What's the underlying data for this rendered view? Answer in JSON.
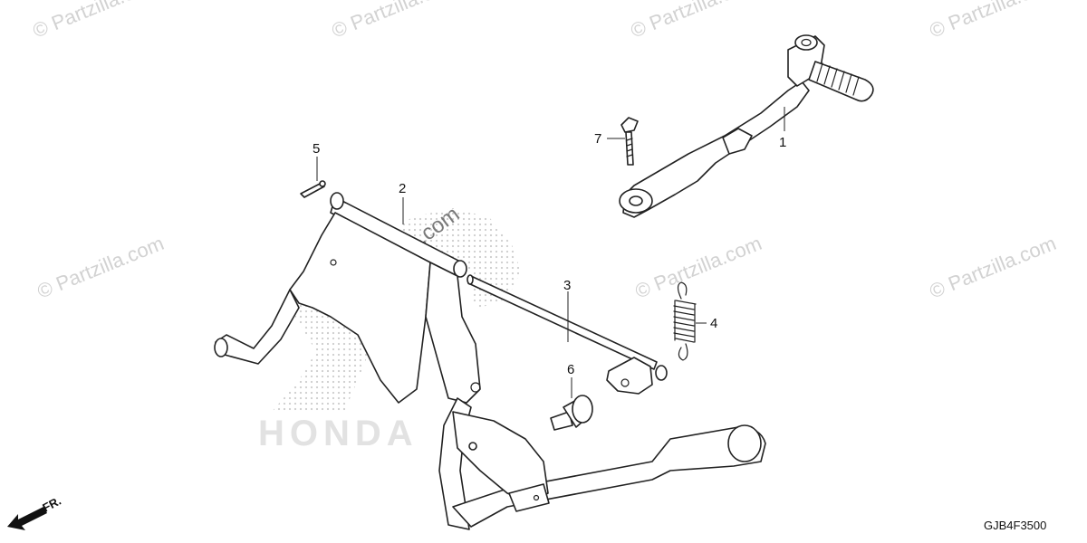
{
  "watermark": {
    "text": "© Partzilla.com",
    "center_text": "© Partzilla.com"
  },
  "background_logo": {
    "text": "HONDA"
  },
  "callouts": [
    {
      "id": "1",
      "label": "1"
    },
    {
      "id": "2",
      "label": "2"
    },
    {
      "id": "3",
      "label": "3"
    },
    {
      "id": "4",
      "label": "4"
    },
    {
      "id": "5",
      "label": "5"
    },
    {
      "id": "6",
      "label": "6"
    },
    {
      "id": "7",
      "label": "7"
    }
  ],
  "front_indicator": {
    "label": "FR.",
    "icon": "front-arrow-icon"
  },
  "diagram_code": "GJB4F3500"
}
